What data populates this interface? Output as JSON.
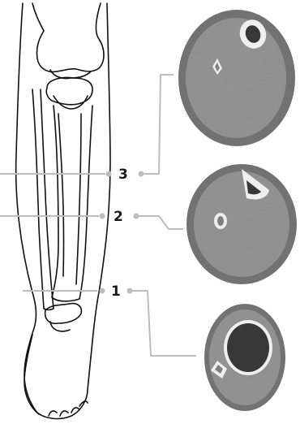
{
  "levels": [
    {
      "label": "3"
    },
    {
      "label": "2"
    },
    {
      "label": "1"
    }
  ],
  "colors": {
    "line": "#111111",
    "leader": "#bdbdbd",
    "muscle": "#9b9b9b",
    "fat": "#7a7a7a",
    "marrow": "#3c3c3c",
    "bone": "#ffffff"
  }
}
